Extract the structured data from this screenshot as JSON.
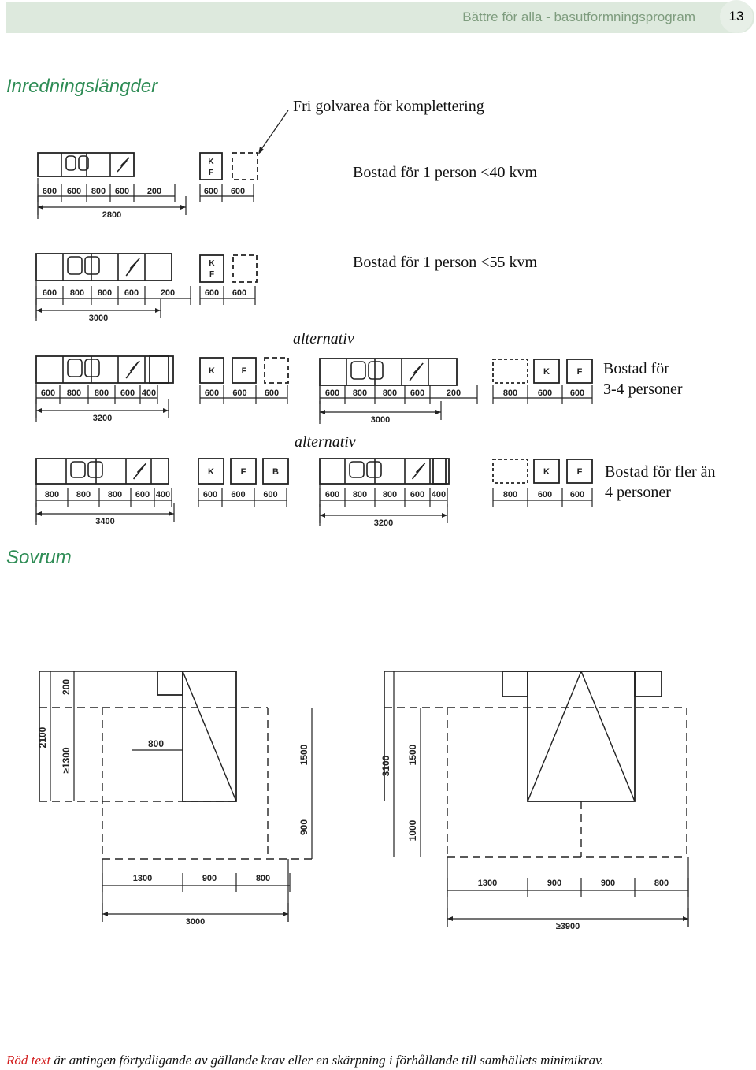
{
  "header": {
    "title": "Bättre för alla - basutformningsprogram",
    "page_number": "13"
  },
  "section1": {
    "heading": "Inredningslängder",
    "callout": "Fri golvarea för komplettering",
    "rows": [
      {
        "caption": "Bostad för 1 person <40 kvm",
        "dims": [
          "600",
          "600",
          "800",
          "600",
          "200"
        ],
        "total": "2800",
        "extra": [
          "600",
          "600"
        ],
        "letters": [
          "K",
          "F"
        ]
      },
      {
        "caption": "Bostad för 1 person <55 kvm",
        "dims": [
          "600",
          "800",
          "800",
          "600",
          "200"
        ],
        "total": "3000",
        "extra": [
          "600",
          "600"
        ],
        "letters": [
          "K",
          "F"
        ]
      }
    ],
    "alternative_label": "alternativ",
    "row3": {
      "caption_line1": "Bostad för",
      "caption_line2": "3-4 personer",
      "left_dims": [
        "600",
        "800",
        "800",
        "600",
        "400"
      ],
      "left_total": "3200",
      "left_extra": [
        "600",
        "600",
        "600"
      ],
      "left_letters": [
        "K",
        "F"
      ],
      "mid_dims": [
        "600",
        "800",
        "800",
        "600",
        "200"
      ],
      "mid_total": "3000",
      "right_dims": [
        "800",
        "600",
        "600"
      ],
      "right_letters": [
        "K",
        "F"
      ]
    },
    "row4": {
      "caption_line1": "Bostad för fler än",
      "caption_line2": "4 personer",
      "left_dims": [
        "800",
        "800",
        "800",
        "600",
        "400"
      ],
      "left_total": "3400",
      "left_extra": [
        "600",
        "600",
        "600"
      ],
      "left_letters": [
        "K",
        "F",
        "B"
      ],
      "mid_dims": [
        "600",
        "800",
        "800",
        "600",
        "400"
      ],
      "mid_total": "3200",
      "right_dims": [
        "800",
        "600",
        "600"
      ],
      "right_letters": [
        "K",
        "F"
      ]
    }
  },
  "section2": {
    "heading": "Sovrum",
    "left_plan": {
      "v_dims": [
        "200",
        "2100",
        "≥1300",
        "800",
        "1500",
        "900"
      ],
      "h_dims": [
        "1300",
        "900",
        "800"
      ],
      "total": "3000"
    },
    "right_plan": {
      "v_dims": [
        "3100",
        "1500",
        "1000"
      ],
      "h_dims": [
        "1300",
        "900",
        "900",
        "800"
      ],
      "total": "≥3900"
    }
  },
  "footer": {
    "red_part": "Röd text",
    "rest": " är antingen förtydligande av gällande krav eller en skärpning i förhållande till samhällets minimikrav."
  }
}
